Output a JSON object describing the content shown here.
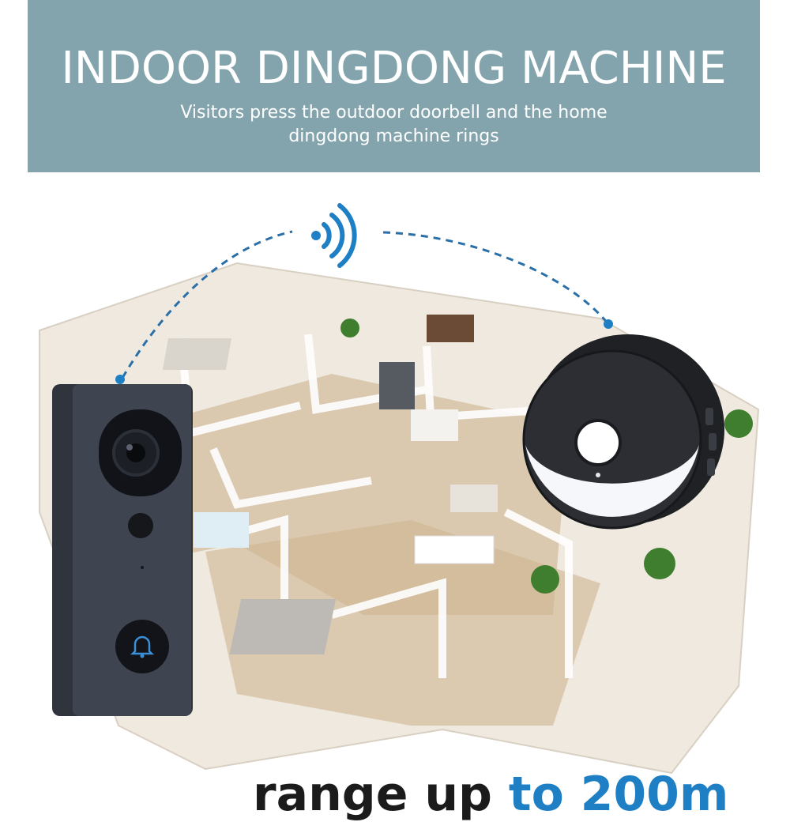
{
  "banner": {
    "title": "INDOOR DINGDONG MACHINE",
    "subtitle_line1": "Visitors press the outdoor doorbell and the home",
    "subtitle_line2": "dingdong machine rings",
    "background_color": "#83a4ad"
  },
  "bottom_caption": {
    "part1": "range up ",
    "part2": "to 200m"
  },
  "icons": {
    "wireless": "wifi-signal-icon",
    "bell": "bell-icon"
  },
  "colors": {
    "accent_blue": "#1f7fc4",
    "doorbell_body": "#3e4450",
    "chime_body": "#2c2e33"
  }
}
